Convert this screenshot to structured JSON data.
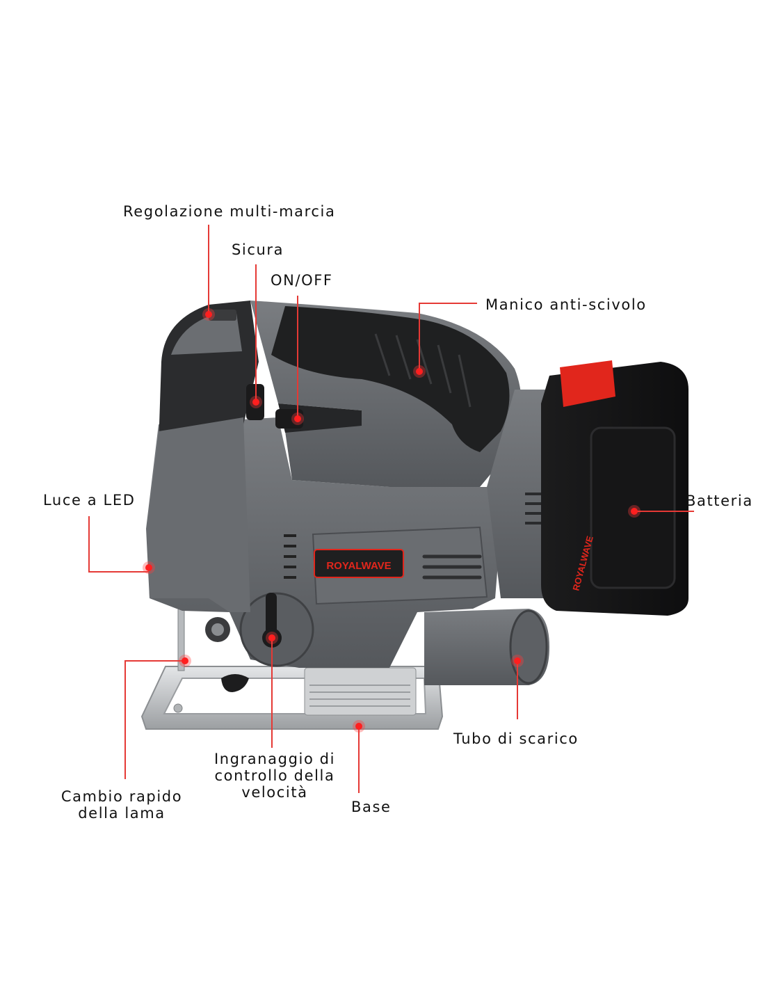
{
  "brand": "ROYALWAVE",
  "colors": {
    "leader": "#e53935",
    "body_gray": "#6d7074",
    "body_dark": "#2a2b2d",
    "accent_red": "#e1261c",
    "base_metal": "#c9cbcd"
  },
  "labels": {
    "multi_gear": "Regolazione multi-marcia",
    "safety": "Sicura",
    "on_off": "ON/OFF",
    "grip": "Manico anti-scivolo",
    "led": "Luce a LED",
    "battery": "Batteria",
    "exhaust": "Tubo di scarico",
    "speed_gear": [
      "Ingranaggio di",
      "controllo della",
      "velocità"
    ],
    "blade_change": [
      "Cambio rapido",
      "della lama"
    ],
    "base": "Base"
  }
}
